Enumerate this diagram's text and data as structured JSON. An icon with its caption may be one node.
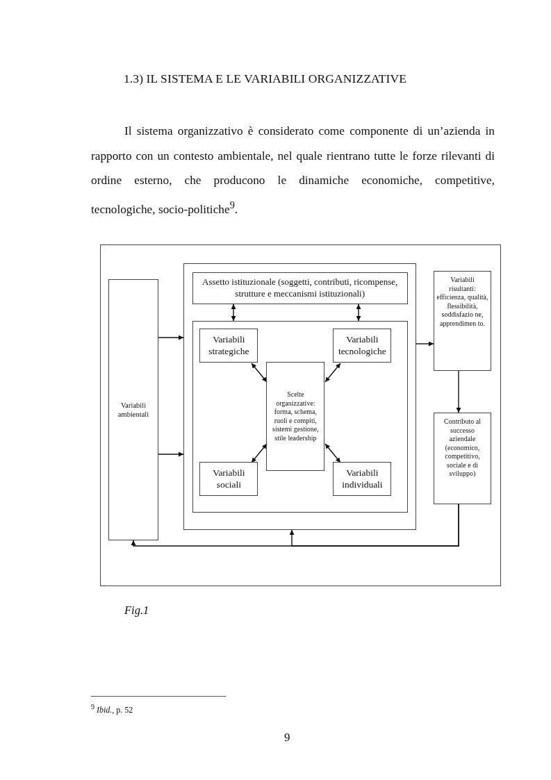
{
  "diagram": {
    "title": "1.3) IL SISTEMA E LE VARIABILI ORGANIZZATIVE",
    "caption": "Fig.1",
    "nodes": [
      {
        "text": [
          "Variabili ambientali"
        ]
      },
      {
        "text": [],
        "shape": "box"
      },
      {
        "text": [
          "Assetto istituzionale (soggetti, contributi, ricompense, strutture e meccanismi istituzionali)"
        ],
        "in": 1
      },
      {
        "text": [],
        "shape": "box",
        "in": 1
      },
      {
        "text": [
          "Variabili strategiche"
        ],
        "in": 3
      },
      {
        "text": [
          "Variabili tecnologiche"
        ],
        "in": 3
      },
      {
        "text": [
          "Scelte organizzative: forma, schema, ruoli e compiti, sistemi gestione, stile leadership"
        ],
        "in": 3
      },
      {
        "text": [
          "Variabili sociali"
        ],
        "in": 3
      },
      {
        "text": [
          "Variabili individuali"
        ],
        "in": 3
      },
      {
        "text": [
          "Variabili risultanti: efficienza, qualità, flessibilità, soddisfazio ne, apprendimen to."
        ]
      },
      {
        "text": [
          "Contributo al successo aziendale (economico, competitivo, sociale e di sviluppo)"
        ]
      }
    ],
    "edges": [
      {
        "from": 0,
        "to": 1,
        "arrow": "to"
      },
      {
        "from": 0,
        "to": 1,
        "arrow": "to"
      },
      {
        "from": 2,
        "to": 3,
        "arrow": "both"
      },
      {
        "from": 2,
        "to": 3,
        "arrow": "both"
      },
      {
        "from": 4,
        "to": 6,
        "arrow": "both"
      },
      {
        "from": 5,
        "to": 6,
        "arrow": "both"
      },
      {
        "from": 7,
        "to": 6,
        "arrow": "both"
      },
      {
        "from": 8,
        "to": 6,
        "arrow": "both"
      },
      {
        "from": 1,
        "to": 9,
        "arrow": "to"
      },
      {
        "from": 9,
        "to": 10,
        "arrow": "to"
      },
      {
        "from": 10,
        "to": 0,
        "arrow": "to"
      },
      {
        "from": 10,
        "to": 1,
        "arrow": "to"
      }
    ],
    "labels": [
      "Il sistema organizzativo è considerato come componente di un’azienda in rapporto con un contesto ambientale, nel quale rientrano tutte le forze rilevanti di ordine esterno, che producono le dinamiche economiche, competitive, tecnologiche, socio-politiche$^{9}$.",
      "$^{9}$ *Ibid.*, p. 52",
      "9"
    ]
  }
}
